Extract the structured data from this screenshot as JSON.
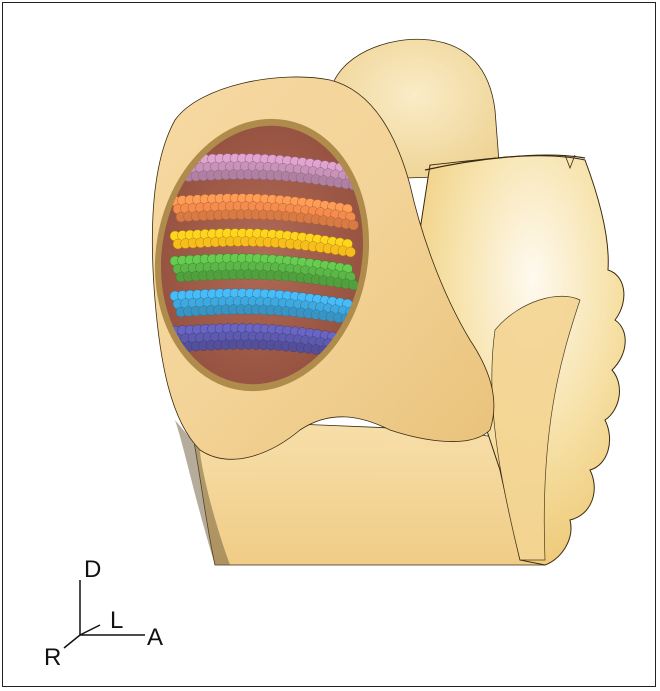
{
  "figure": {
    "axes": {
      "dorsal": "D",
      "lateral": "L",
      "right": "R",
      "anterior": "A"
    }
  },
  "colors": {
    "tissue_light": "#fbecc4",
    "tissue_mid": "#f3d79b",
    "tissue_shadow": "#dcb466",
    "section_bg": "#a7604f",
    "section_ring": "#b08c4c",
    "layers": [
      "#c892b9",
      "#f58b4d",
      "#f7be1b",
      "#5bb747",
      "#3fa8de",
      "#5e5ab0"
    ]
  }
}
